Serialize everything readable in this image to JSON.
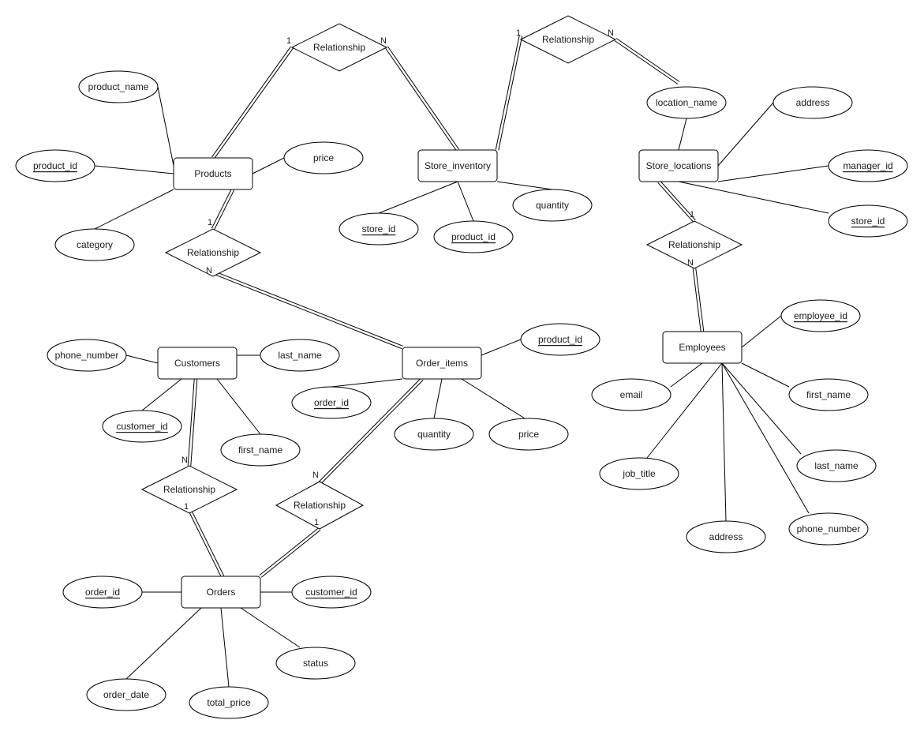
{
  "entities": [
    {
      "key": "products",
      "label": "Products"
    },
    {
      "key": "store_inventory",
      "label": "Store_inventory"
    },
    {
      "key": "store_locations",
      "label": "Store_locations"
    },
    {
      "key": "customers",
      "label": "Customers"
    },
    {
      "key": "order_items",
      "label": "Order_items"
    },
    {
      "key": "employees",
      "label": "Employees"
    },
    {
      "key": "orders",
      "label": "Orders"
    }
  ],
  "attributes": [
    {
      "key": "a_product_name",
      "label": "product_name",
      "key_attr": false
    },
    {
      "key": "a_product_id_1",
      "label": "product_id",
      "key_attr": true
    },
    {
      "key": "a_price_1",
      "label": "price",
      "key_attr": false
    },
    {
      "key": "a_category",
      "label": "category",
      "key_attr": false
    },
    {
      "key": "a_store_id_1",
      "label": "store_id",
      "key_attr": true
    },
    {
      "key": "a_product_id_2",
      "label": "product_id",
      "key_attr": true
    },
    {
      "key": "a_quantity_1",
      "label": "quantity",
      "key_attr": false
    },
    {
      "key": "a_location_name",
      "label": "location_name",
      "key_attr": false
    },
    {
      "key": "a_address_1",
      "label": "address",
      "key_attr": false
    },
    {
      "key": "a_manager_id",
      "label": "manager_id",
      "key_attr": true
    },
    {
      "key": "a_store_id_2",
      "label": "store_id",
      "key_attr": true
    },
    {
      "key": "a_phone_number_1",
      "label": "phone_number",
      "key_attr": false
    },
    {
      "key": "a_last_name_1",
      "label": "last_name",
      "key_attr": false
    },
    {
      "key": "a_customer_id_1",
      "label": "customer_id",
      "key_attr": true
    },
    {
      "key": "a_first_name_1",
      "label": "first_name",
      "key_attr": false
    },
    {
      "key": "a_product_id_3",
      "label": "product_id",
      "key_attr": true
    },
    {
      "key": "a_order_id_1",
      "label": "order_id",
      "key_attr": true
    },
    {
      "key": "a_quantity_2",
      "label": "quantity",
      "key_attr": false
    },
    {
      "key": "a_price_2",
      "label": "price",
      "key_attr": false
    },
    {
      "key": "a_employee_id",
      "label": "employee_id",
      "key_attr": true
    },
    {
      "key": "a_email",
      "label": "email",
      "key_attr": false
    },
    {
      "key": "a_first_name_2",
      "label": "first_name",
      "key_attr": false
    },
    {
      "key": "a_job_title",
      "label": "job_title",
      "key_attr": false
    },
    {
      "key": "a_last_name_2",
      "label": "last_name",
      "key_attr": false
    },
    {
      "key": "a_address_2",
      "label": "address",
      "key_attr": false
    },
    {
      "key": "a_phone_number_2",
      "label": "phone_number",
      "key_attr": false
    },
    {
      "key": "a_order_id_2",
      "label": "order_id",
      "key_attr": true
    },
    {
      "key": "a_customer_id_2",
      "label": "customer_id",
      "key_attr": true
    },
    {
      "key": "a_status",
      "label": "status",
      "key_attr": false
    },
    {
      "key": "a_order_date",
      "label": "order_date",
      "key_attr": false
    },
    {
      "key": "a_total_price",
      "label": "total_price",
      "key_attr": false
    }
  ],
  "relationships": [
    {
      "key": "r1",
      "label": "Relationship",
      "card_a": "1",
      "card_b": "N"
    },
    {
      "key": "r2",
      "label": "Relationship",
      "card_a": "1",
      "card_b": "N"
    },
    {
      "key": "r3",
      "label": "Relationship",
      "card_a": "1",
      "card_b": "N"
    },
    {
      "key": "r4",
      "label": "Relationship",
      "card_a": "1",
      "card_b": "N"
    },
    {
      "key": "r5",
      "label": "Relationship",
      "card_a": "N",
      "card_b": "1"
    },
    {
      "key": "r6",
      "label": "Relationship",
      "card_a": "N",
      "card_b": "1"
    }
  ]
}
